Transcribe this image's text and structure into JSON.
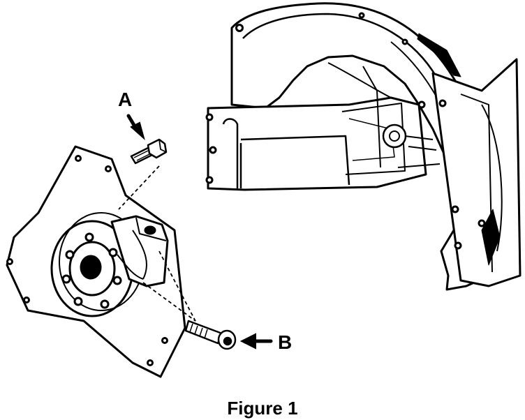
{
  "labels": {
    "a": "A",
    "b": "B"
  },
  "caption": "Figure 1",
  "colors": {
    "ink": "#000000",
    "paper": "#ffffff"
  }
}
